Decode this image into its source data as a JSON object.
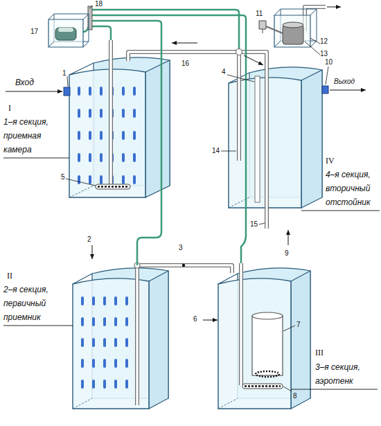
{
  "diagram": {
    "labels": [
      "18",
      "17",
      "11",
      "12",
      "13",
      "1",
      "Вход",
      "I",
      "1–я секция, приемная камера",
      "16",
      "4",
      "10",
      "Выход",
      "14",
      "5",
      "IV",
      "4–я секция, вторичный отстойник",
      "15",
      "2",
      "9",
      "3",
      "6",
      "7",
      "II",
      "2–я секция, первичный приемник",
      "III",
      "3–я секция, аэротенк",
      "8"
    ]
  }
}
